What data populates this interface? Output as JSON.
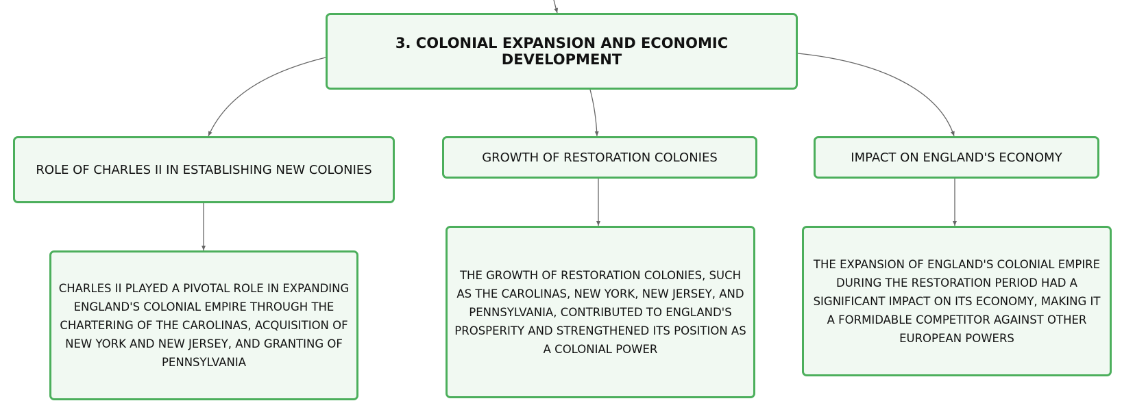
{
  "root": {
    "label": "3. COLONIAL EXPANSION AND ECONOMIC DEVELOPMENT"
  },
  "branches": [
    {
      "label": "ROLE OF CHARLES II IN ESTABLISHING NEW COLONIES",
      "detail": "CHARLES II PLAYED A PIVOTAL ROLE IN EXPANDING ENGLAND'S COLONIAL EMPIRE THROUGH THE CHARTERING OF THE CAROLINAS, ACQUISITION OF NEW YORK AND NEW JERSEY, AND GRANTING OF PENNSYLVANIA"
    },
    {
      "label": "GROWTH OF RESTORATION COLONIES",
      "detail": "THE GROWTH OF RESTORATION COLONIES, SUCH AS THE CAROLINAS, NEW YORK, NEW JERSEY, AND PENNSYLVANIA, CONTRIBUTED TO ENGLAND'S PROSPERITY AND STRENGTHENED ITS POSITION AS A COLONIAL POWER"
    },
    {
      "label": "IMPACT ON ENGLAND'S ECONOMY",
      "detail": "THE EXPANSION OF ENGLAND'S COLONIAL EMPIRE DURING THE RESTORATION PERIOD HAD A SIGNIFICANT IMPACT ON ITS ECONOMY, MAKING IT A FORMIDABLE COMPETITOR AGAINST OTHER EUROPEAN POWERS"
    }
  ],
  "colors": {
    "node_border": "#4caf5c",
    "node_fill": "#f1f9f2",
    "connector": "#666666",
    "text": "#111111"
  }
}
